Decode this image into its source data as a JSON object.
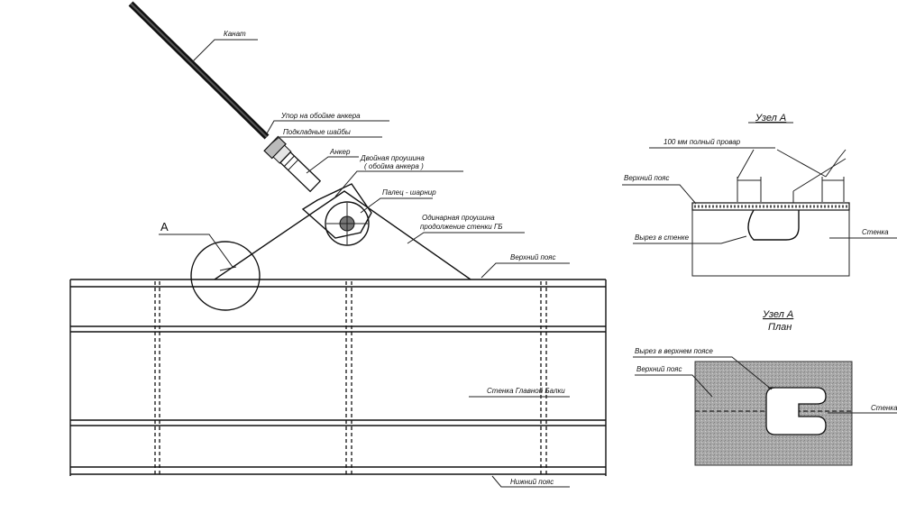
{
  "labels": {
    "rope": "Канат",
    "anchor_stop": "Упор на обойме анкера",
    "washers": "Подкладные шайбы",
    "anchor": "Анкер",
    "double_lug_1": "Двойная проушина",
    "double_lug_2": "( обойма анкера )",
    "pin_hinge": "Палец - шарнир",
    "single_lug_1": "Одинарная проушина",
    "single_lug_2": "продолжение стенки ГБ",
    "detail_letter": "А",
    "top_flange": "Верхний пояс",
    "web_main_beam": "Стенка Главной Балки",
    "bottom_flange": "Нижний пояс"
  },
  "node_a": {
    "title": "Узел А",
    "full_penetration": "100 мм полный провар",
    "top_flange": "Верхний пояс",
    "web_cutout": "Вырез в стенке",
    "web": "Стенка"
  },
  "node_a_plan": {
    "title": "Узел А",
    "subtitle": "План",
    "top_flange_cutout": "Вырез в верхнем поясе",
    "top_flange": "Верхний пояс",
    "web": "Стенка"
  }
}
